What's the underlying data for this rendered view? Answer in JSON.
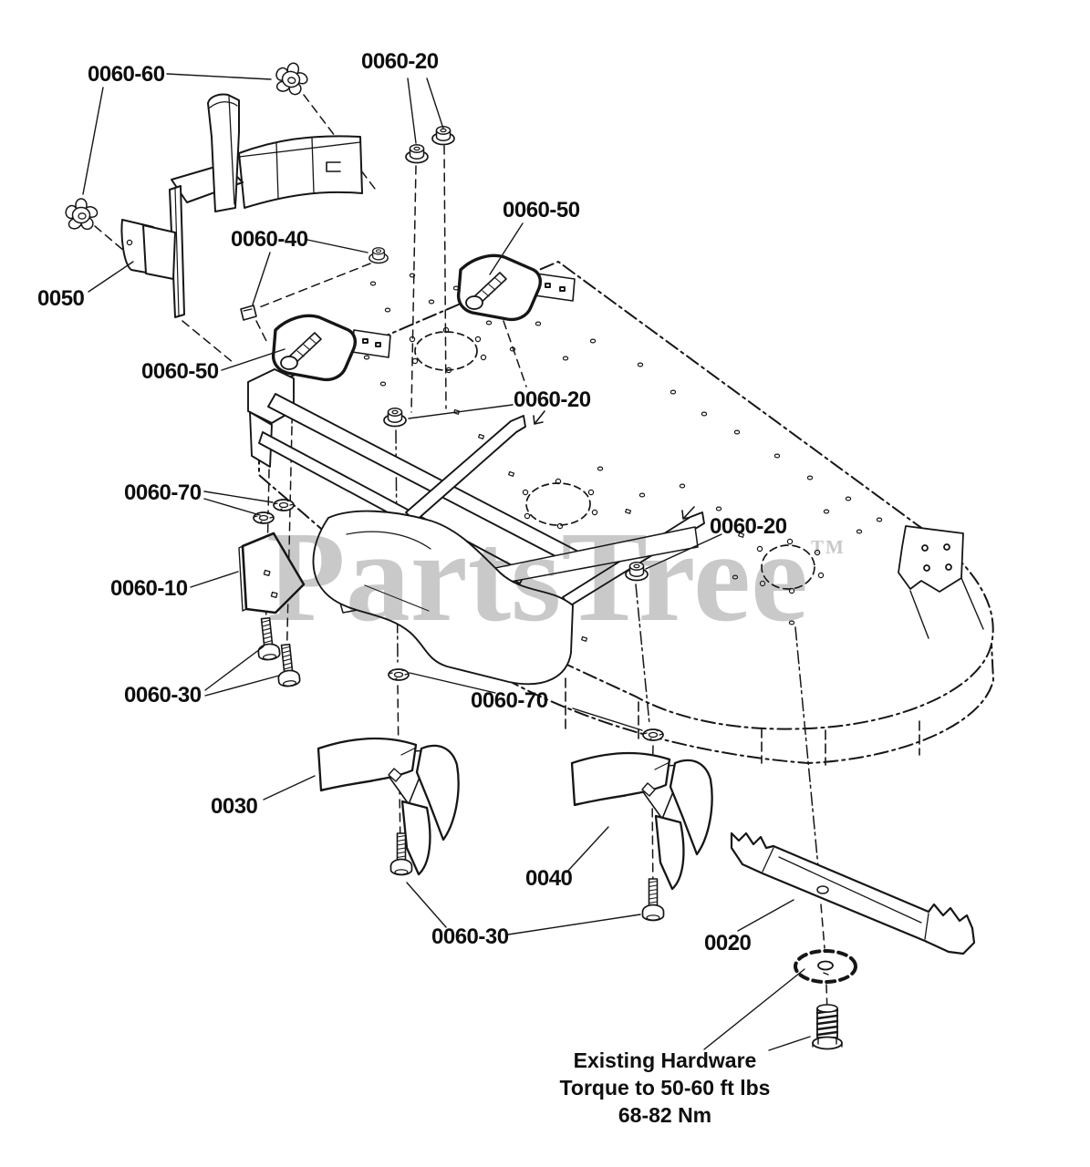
{
  "watermark": {
    "text": "PartsTree",
    "tm": "TM",
    "color": "#c9c9c9"
  },
  "note": {
    "line1": "Existing Hardware",
    "line2": "Torque to 50-60 ft lbs",
    "line3": "68-82 Nm"
  },
  "callouts": [
    {
      "id": "0060-60",
      "text": "0060-60"
    },
    {
      "id": "0060-20-top",
      "text": "0060-20"
    },
    {
      "id": "0060-50-right",
      "text": "0060-50"
    },
    {
      "id": "0060-40",
      "text": "0060-40"
    },
    {
      "id": "0050",
      "text": "0050"
    },
    {
      "id": "0060-50-left",
      "text": "0060-50"
    },
    {
      "id": "0060-20-middle",
      "text": "0060-20"
    },
    {
      "id": "0060-70-left",
      "text": "0060-70"
    },
    {
      "id": "0060-10",
      "text": "0060-10"
    },
    {
      "id": "0060-20-right",
      "text": "0060-20"
    },
    {
      "id": "0060-30-left",
      "text": "0060-30"
    },
    {
      "id": "0060-70-right",
      "text": "0060-70"
    },
    {
      "id": "0030",
      "text": "0030"
    },
    {
      "id": "0040",
      "text": "0040"
    },
    {
      "id": "0060-30-bottom",
      "text": "0060-30"
    },
    {
      "id": "0020",
      "text": "0020"
    }
  ],
  "colors": {
    "line": "#161616",
    "background": "#ffffff",
    "watermark": "#c9c9c9"
  }
}
